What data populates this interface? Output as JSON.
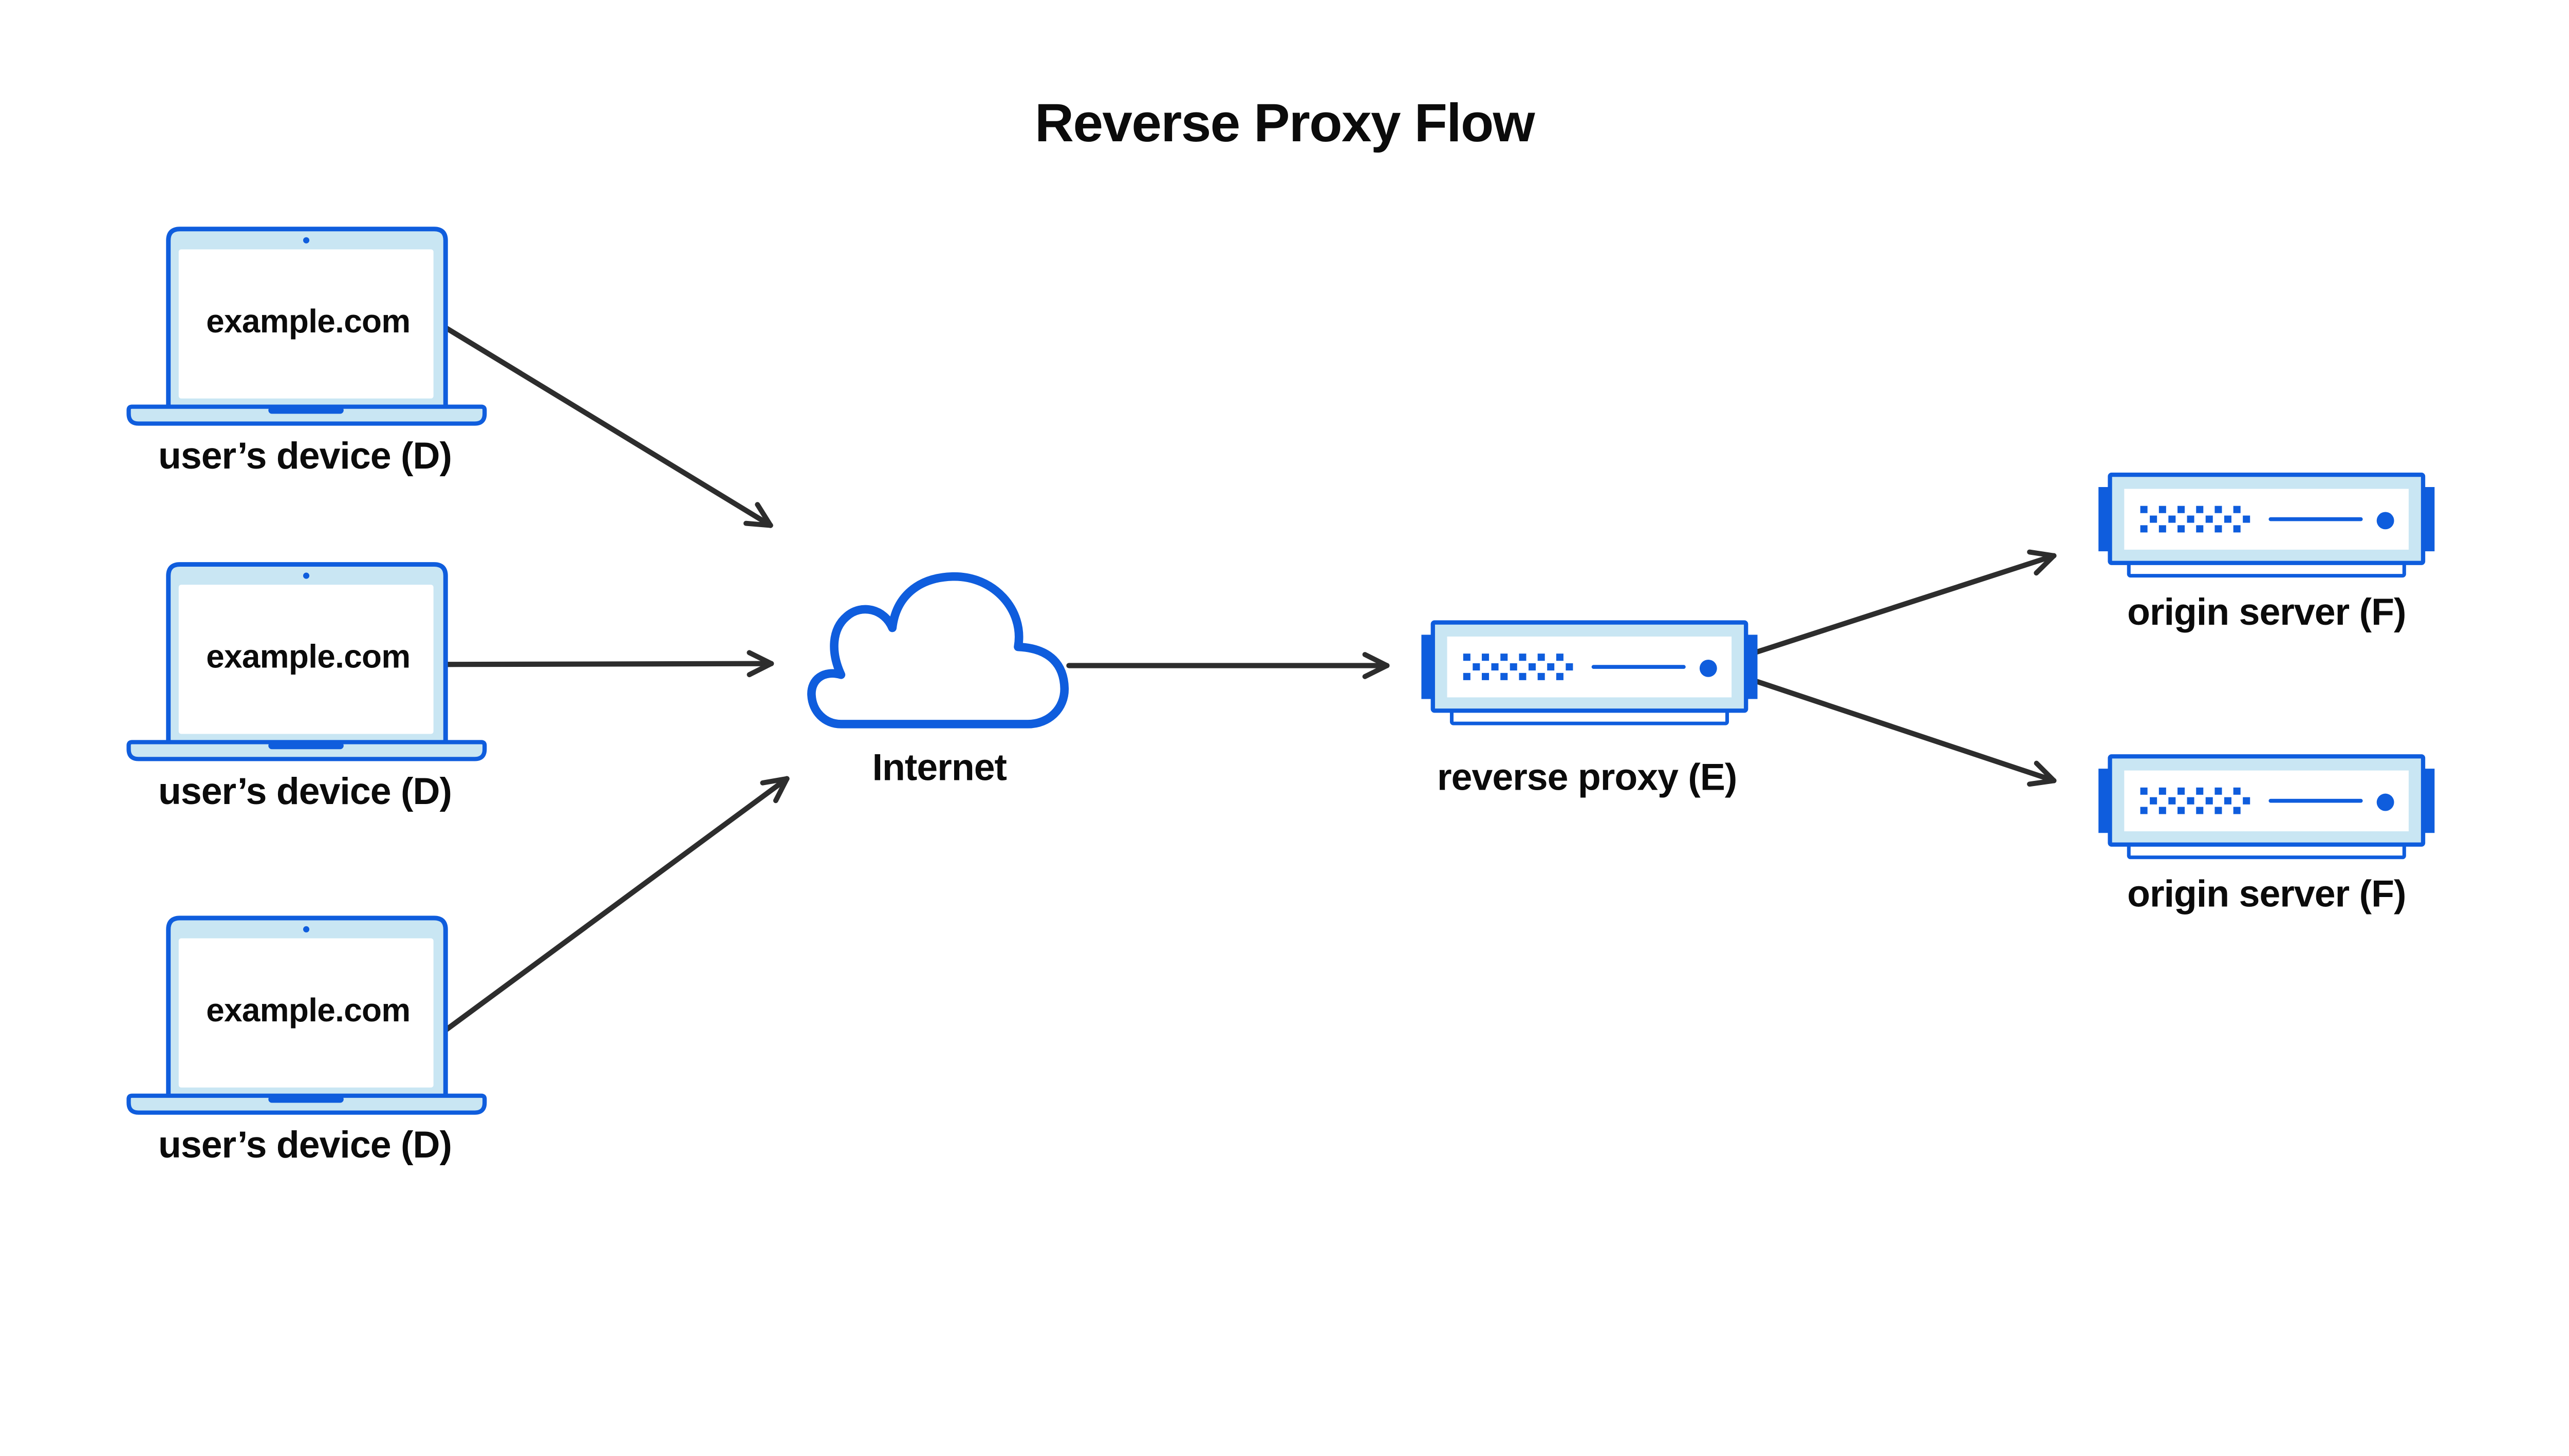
{
  "title": "Reverse Proxy Flow",
  "diagram": {
    "devices": [
      {
        "screen_label": "example.com",
        "caption": "user’s device (D)"
      },
      {
        "screen_label": "example.com",
        "caption": "user’s device (D)"
      },
      {
        "screen_label": "example.com",
        "caption": "user’s device (D)"
      }
    ],
    "internet": {
      "label": "Internet"
    },
    "reverse_proxy": {
      "label": "reverse proxy (E)"
    },
    "origin_servers": [
      {
        "label": "origin server (F)"
      },
      {
        "label": "origin server (F)"
      }
    ]
  },
  "colors": {
    "accent_blue": "#0f5ddd",
    "light_blue": "#c9e6f3",
    "arrow_black": "#2d2d2d",
    "text_black": "#0b0b0b",
    "background": "#ffffff"
  }
}
